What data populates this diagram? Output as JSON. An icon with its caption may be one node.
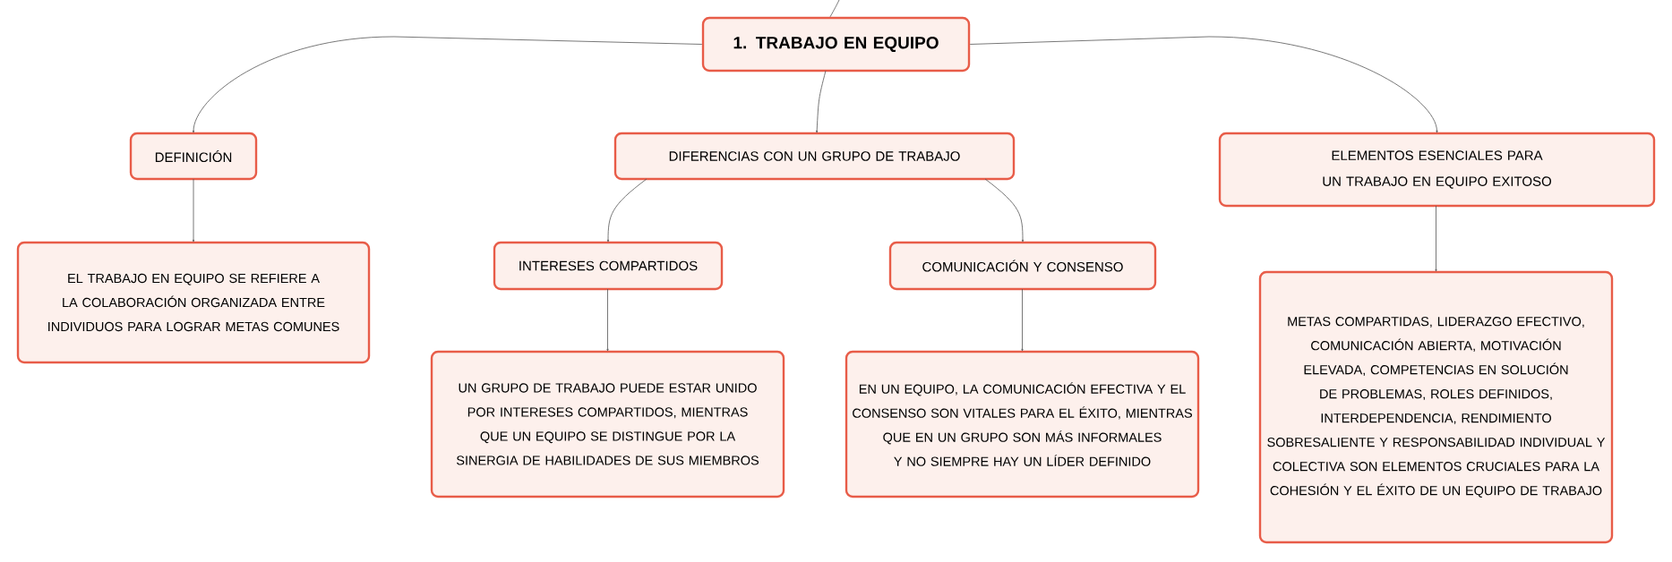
{
  "diagram": {
    "nodes": [
      {
        "text": [
          "1. TRABAJO EN EQUIPO"
        ]
      },
      {
        "text": [
          "DEFINICIÓN"
        ]
      },
      {
        "text": [
          "DIFERENCIAS CON UN GRUPO DE TRABAJO"
        ]
      },
      {
        "text": [
          "ELEMENTOS ESENCIALES PARA UN TRABAJO EN EQUIPO EXITOSO"
        ]
      },
      {
        "text": [
          "EL TRABAJO EN EQUIPO SE REFIERE A LA COLABORACIÓN ORGANIZADA ENTRE INDIVIDUOS PARA LOGRAR METAS COMUNES"
        ]
      },
      {
        "text": [
          "INTERESES COMPARTIDOS"
        ]
      },
      {
        "text": [
          "COMUNICACIÓN Y CONSENSO"
        ]
      },
      {
        "text": [
          "UN GRUPO DE TRABAJO PUEDE ESTAR UNIDO POR INTERESES COMPARTIDOS, MIENTRAS QUE UN EQUIPO SE DISTINGUE POR LA SINERGIA DE HABILIDADES DE SUS MIEMBROS"
        ]
      },
      {
        "text": [
          "EN UN EQUIPO, LA COMUNICACIÓN EFECTIVA Y EL CONSENSO SON VITALES PARA EL ÉXITO, MIENTRAS QUE EN UN GRUPO SON MÁS INFORMALES Y NO SIEMPRE HAY UN LÍDER DEFINIDO"
        ]
      },
      {
        "text": [
          "METAS COMPARTIDAS, LIDERAZGO EFECTIVO, COMUNICACIÓN ABIERTA, MOTIVACIÓN ELEVADA, COMPETENCIAS EN SOLUCIÓN DE PROBLEMAS, ROLES DEFINIDOS, INTERDEPENDENCIA, RENDIMIENTO SOBRESALIENTE Y RESPONSABILIDAD INDIVIDUAL Y COLECTIVA SON ELEMENTOS CRUCIALES PARA LA COHESIÓN Y EL ÉXITO DE UN EQUIPO DE TRABAJO"
        ]
      }
    ],
    "edges": [
      {
        "from": null,
        "to": 0,
        "arrow": "none"
      },
      {
        "from": 0,
        "to": 1,
        "arrow": "to"
      },
      {
        "from": 0,
        "to": 2,
        "arrow": "to"
      },
      {
        "from": 0,
        "to": 3,
        "arrow": "to"
      },
      {
        "from": 1,
        "to": 4,
        "arrow": "to"
      },
      {
        "from": 2,
        "to": 5,
        "arrow": "to"
      },
      {
        "from": 2,
        "to": 6,
        "arrow": "to"
      },
      {
        "from": 5,
        "to": 7,
        "arrow": "to"
      },
      {
        "from": 6,
        "to": 8,
        "arrow": "to"
      },
      {
        "from": 3,
        "to": 9,
        "arrow": "to"
      }
    ]
  }
}
